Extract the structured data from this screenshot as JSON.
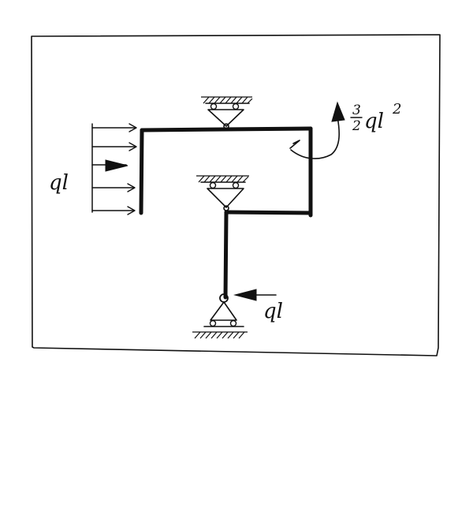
{
  "labels": {
    "distributed_load": "ql",
    "point_load": "ql",
    "moment_num": "3",
    "moment_den": "2",
    "moment_rest": "ql",
    "moment_exp": "2"
  },
  "colors": {
    "ink": "#111111",
    "background": "#ffffff"
  }
}
